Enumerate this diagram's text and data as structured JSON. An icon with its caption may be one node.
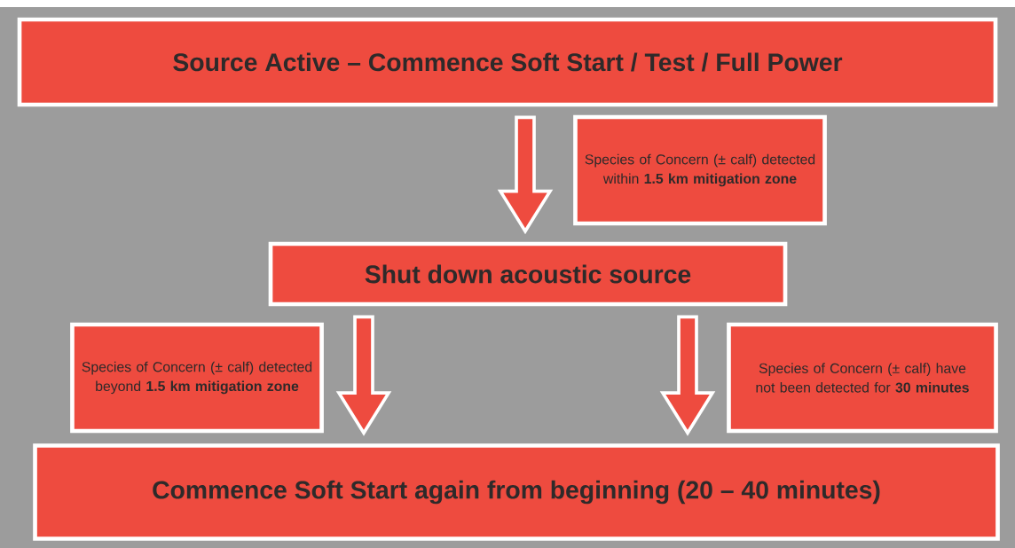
{
  "diagram": {
    "nodes": [
      {
        "text": [
          "Source Active – Commence Soft Start / Test / Full Power"
        ]
      },
      {
        "text": [
          "Shut down acoustic source"
        ]
      },
      {
        "text": [
          "Commence Soft Start again from beginning (20 – 40 minutes)"
        ]
      }
    ],
    "edges": [
      {
        "from": 0,
        "to": 1,
        "arrow": "to",
        "label": "Species of Concern (± calf) detected within **1.5 km mitigation zone**"
      },
      {
        "from": 1,
        "to": 2,
        "arrow": "to",
        "label": "Species of Concern (± calf) detected beyond **1.5 km mitigation zone**"
      },
      {
        "from": 1,
        "to": 2,
        "arrow": "to",
        "label": "Species of Concern (± calf) have not been detected for **30 minutes**"
      }
    ]
  }
}
